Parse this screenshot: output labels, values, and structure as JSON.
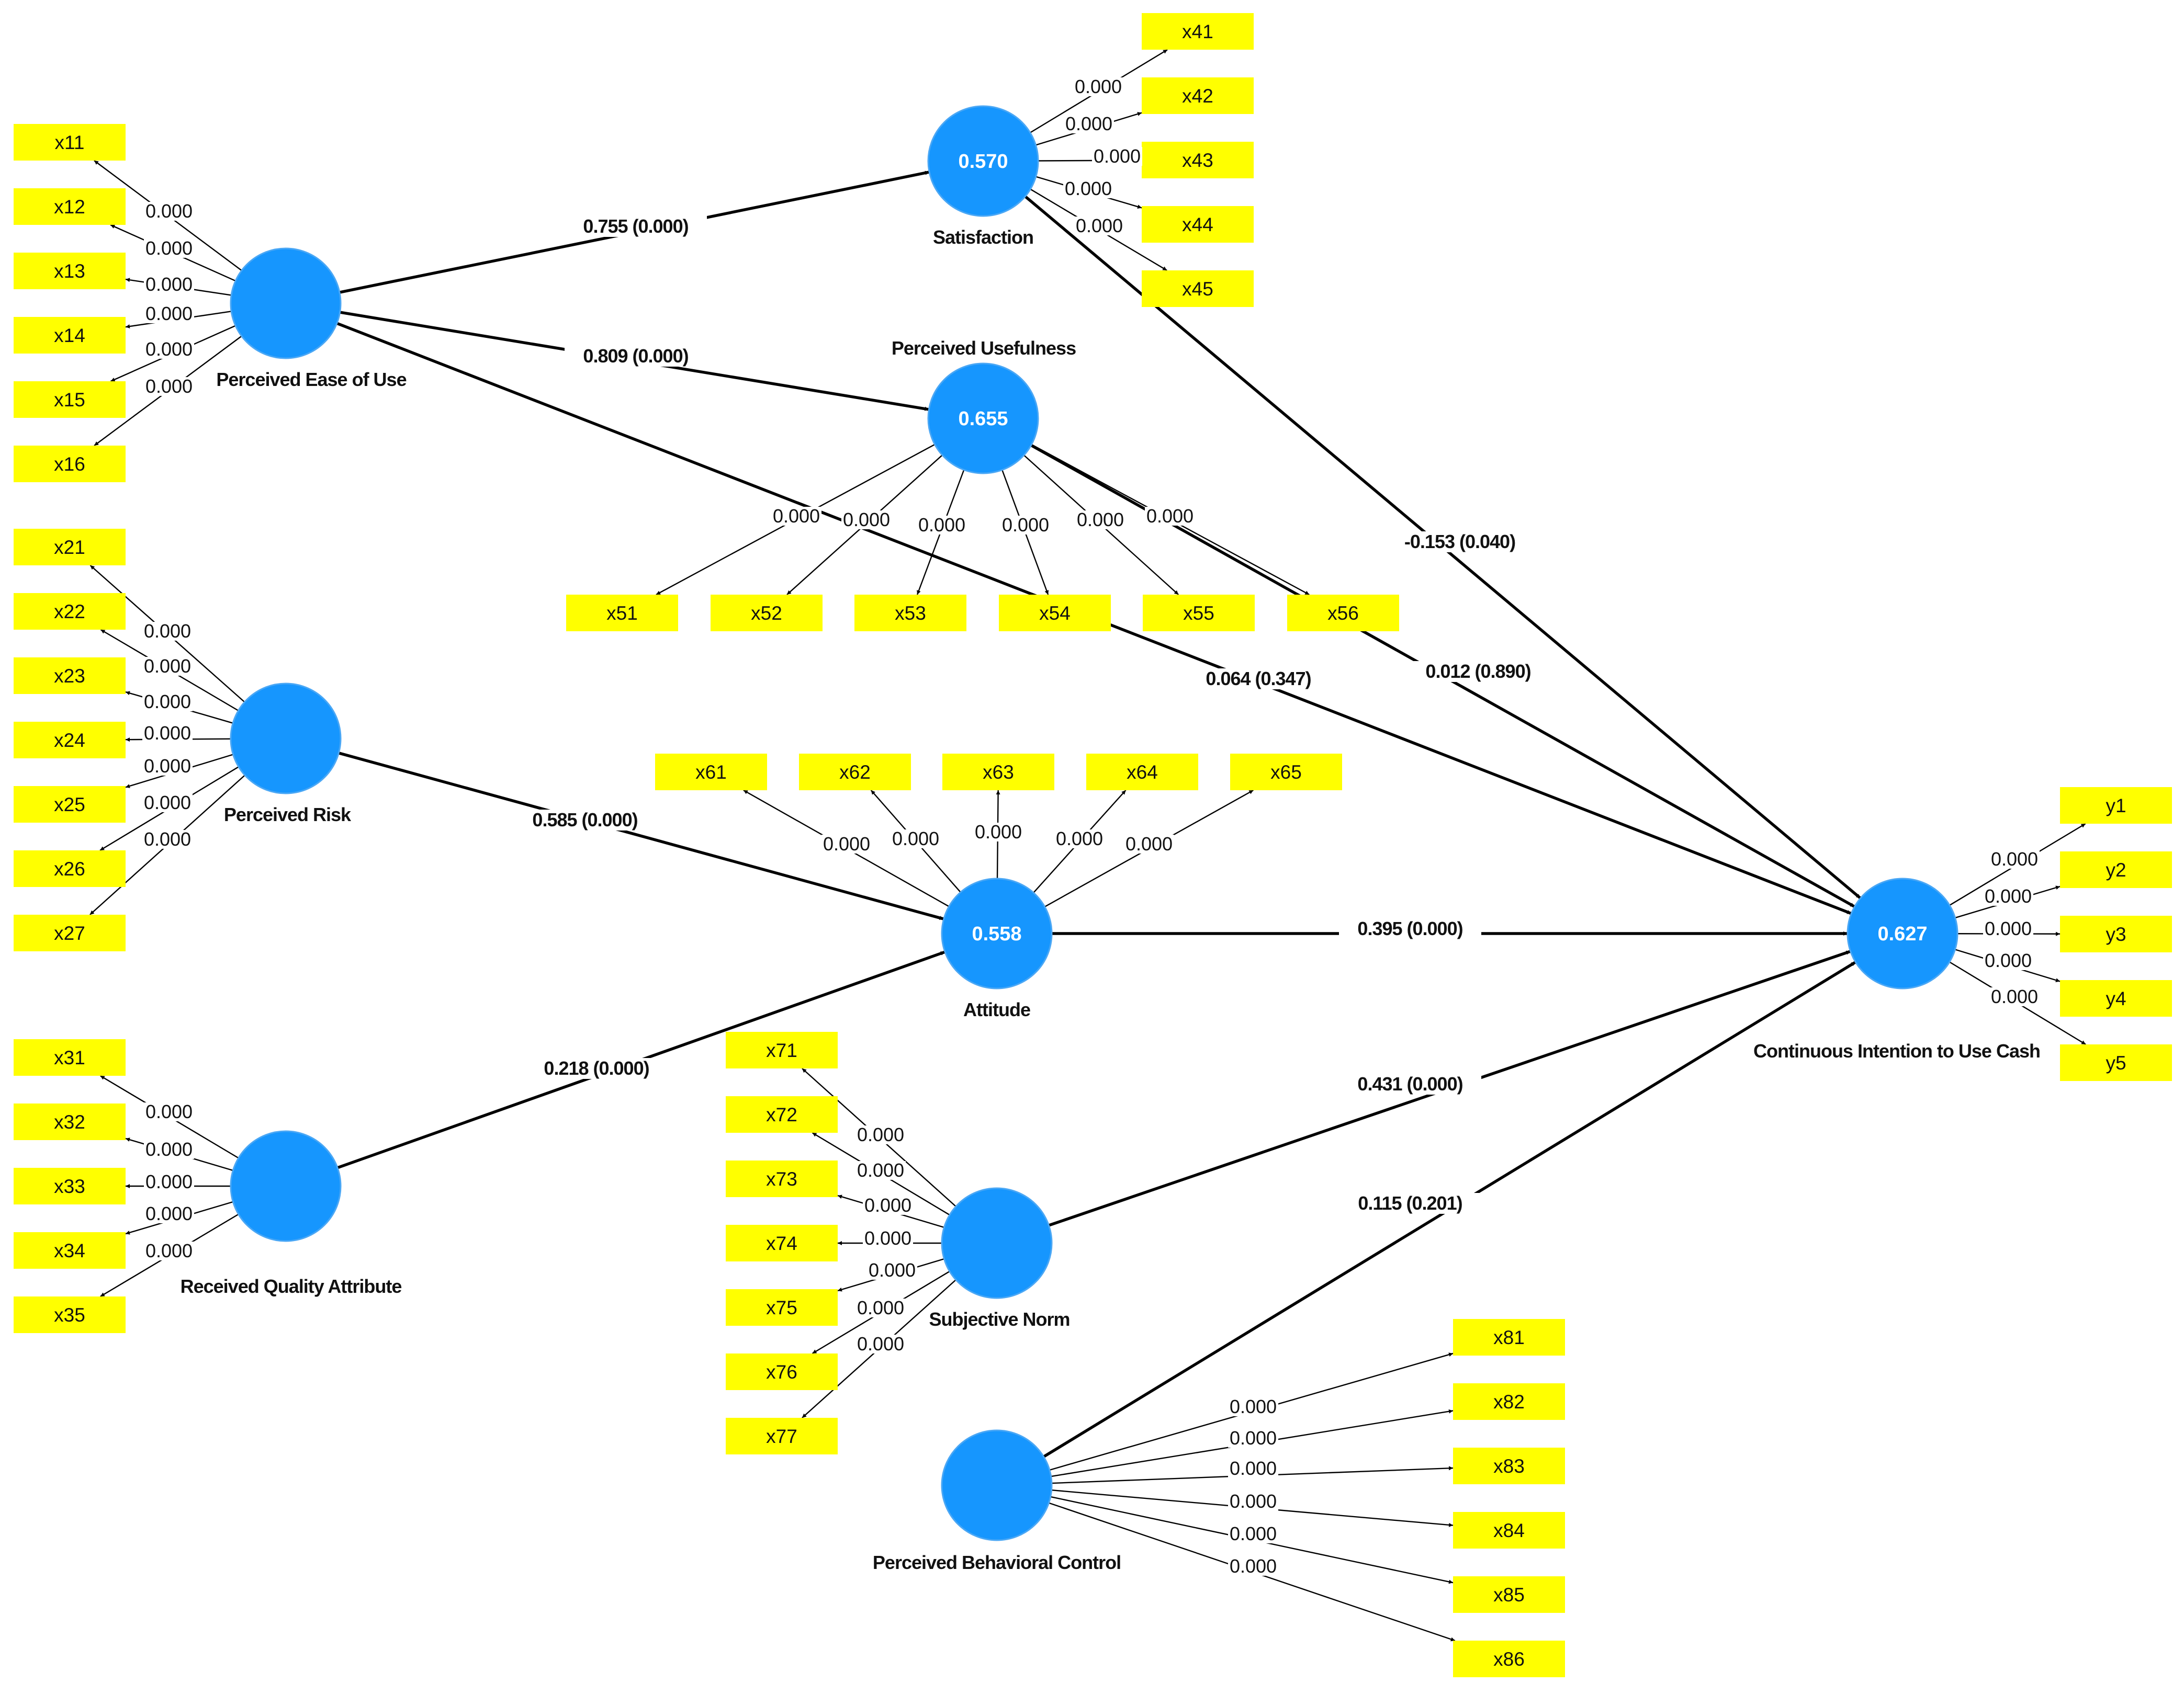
{
  "colors": {
    "latent_fill": "#1696fe",
    "latent_stroke": "#4aa7f5",
    "indicator_fill": "#ffff00",
    "line": "#000000",
    "background": "#ffffff"
  },
  "constructs": {
    "peou": {
      "name": "Perceived Ease of Use",
      "value": ""
    },
    "pr": {
      "name": "Perceived Risk",
      "value": ""
    },
    "rqa": {
      "name": "Received Quality Attribute",
      "value": ""
    },
    "sat": {
      "name": "Satisfaction",
      "value": "0.570"
    },
    "pu": {
      "name": "Perceived Usefulness",
      "value": "0.655"
    },
    "att": {
      "name": "Attitude",
      "value": "0.558"
    },
    "sn": {
      "name": "Subjective Norm",
      "value": ""
    },
    "pbc": {
      "name": "Perceived Behavioral Control",
      "value": ""
    },
    "cic": {
      "name": "Continuous Intention to Use Cash",
      "value": "0.627"
    }
  },
  "indicators": {
    "peou": [
      {
        "label": "x11",
        "weight": "0.000"
      },
      {
        "label": "x12",
        "weight": "0.000"
      },
      {
        "label": "x13",
        "weight": "0.000"
      },
      {
        "label": "x14",
        "weight": "0.000"
      },
      {
        "label": "x15",
        "weight": "0.000"
      },
      {
        "label": "x16",
        "weight": "0.000"
      }
    ],
    "pr": [
      {
        "label": "x21",
        "weight": "0.000"
      },
      {
        "label": "x22",
        "weight": "0.000"
      },
      {
        "label": "x23",
        "weight": "0.000"
      },
      {
        "label": "x24",
        "weight": "0.000"
      },
      {
        "label": "x25",
        "weight": "0.000"
      },
      {
        "label": "x26",
        "weight": "0.000"
      },
      {
        "label": "x27",
        "weight": "0.000"
      }
    ],
    "rqa": [
      {
        "label": "x31",
        "weight": "0.000"
      },
      {
        "label": "x32",
        "weight": "0.000"
      },
      {
        "label": "x33",
        "weight": "0.000"
      },
      {
        "label": "x34",
        "weight": "0.000"
      },
      {
        "label": "x35",
        "weight": "0.000"
      }
    ],
    "sat": [
      {
        "label": "x41",
        "weight": "0.000"
      },
      {
        "label": "x42",
        "weight": "0.000"
      },
      {
        "label": "x43",
        "weight": "0.000"
      },
      {
        "label": "x44",
        "weight": "0.000"
      },
      {
        "label": "x45",
        "weight": "0.000"
      }
    ],
    "pu": [
      {
        "label": "x51",
        "weight": "0.000"
      },
      {
        "label": "x52",
        "weight": "0.000"
      },
      {
        "label": "x53",
        "weight": "0.000"
      },
      {
        "label": "x54",
        "weight": "0.000"
      },
      {
        "label": "x55",
        "weight": "0.000"
      },
      {
        "label": "x56",
        "weight": "0.000"
      }
    ],
    "att": [
      {
        "label": "x61",
        "weight": "0.000"
      },
      {
        "label": "x62",
        "weight": "0.000"
      },
      {
        "label": "x63",
        "weight": "0.000"
      },
      {
        "label": "x64",
        "weight": "0.000"
      },
      {
        "label": "x65",
        "weight": "0.000"
      }
    ],
    "sn": [
      {
        "label": "x71",
        "weight": "0.000"
      },
      {
        "label": "x72",
        "weight": "0.000"
      },
      {
        "label": "x73",
        "weight": "0.000"
      },
      {
        "label": "x74",
        "weight": "0.000"
      },
      {
        "label": "x75",
        "weight": "0.000"
      },
      {
        "label": "x76",
        "weight": "0.000"
      },
      {
        "label": "x77",
        "weight": "0.000"
      }
    ],
    "pbc": [
      {
        "label": "x81",
        "weight": "0.000"
      },
      {
        "label": "x82",
        "weight": "0.000"
      },
      {
        "label": "x83",
        "weight": "0.000"
      },
      {
        "label": "x84",
        "weight": "0.000"
      },
      {
        "label": "x85",
        "weight": "0.000"
      },
      {
        "label": "x86",
        "weight": "0.000"
      }
    ],
    "cic": [
      {
        "label": "y1",
        "weight": "0.000"
      },
      {
        "label": "y2",
        "weight": "0.000"
      },
      {
        "label": "y3",
        "weight": "0.000"
      },
      {
        "label": "y4",
        "weight": "0.000"
      },
      {
        "label": "y5",
        "weight": "0.000"
      }
    ]
  },
  "paths": [
    {
      "from": "peou",
      "to": "sat",
      "label": "0.755 (0.000)"
    },
    {
      "from": "peou",
      "to": "pu",
      "label": "0.809 (0.000)"
    },
    {
      "from": "peou",
      "to": "cic",
      "label": "0.064 (0.347)"
    },
    {
      "from": "pr",
      "to": "att",
      "label": "0.585 (0.000)"
    },
    {
      "from": "rqa",
      "to": "att",
      "label": "0.218 (0.000)"
    },
    {
      "from": "sat",
      "to": "cic",
      "label": "-0.153 (0.040)"
    },
    {
      "from": "pu",
      "to": "cic",
      "label": "0.012 (0.890)"
    },
    {
      "from": "att",
      "to": "cic",
      "label": "0.395 (0.000)"
    },
    {
      "from": "sn",
      "to": "cic",
      "label": "0.431 (0.000)"
    },
    {
      "from": "pbc",
      "to": "cic",
      "label": "0.115 (0.201)"
    }
  ]
}
